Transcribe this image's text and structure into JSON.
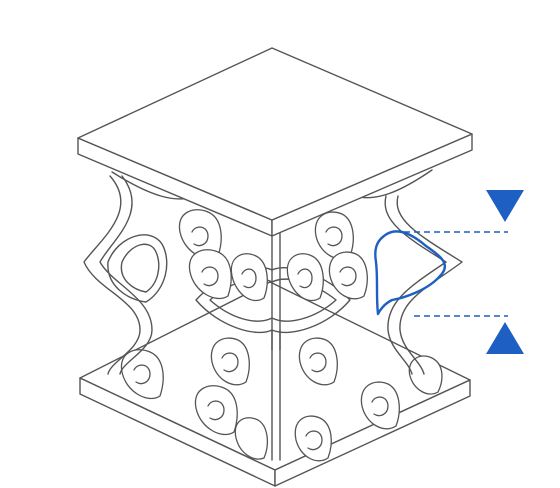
{
  "diagram": {
    "subject": "lattice-cube-compression",
    "colors": {
      "line": "#555555",
      "accent": "#1d5fc2",
      "background": "#ffffff"
    },
    "icons": {
      "top_arrow": "triangle-down-icon",
      "bottom_arrow": "triangle-up-icon"
    },
    "load": {
      "top": "downward",
      "bottom": "upward"
    }
  }
}
